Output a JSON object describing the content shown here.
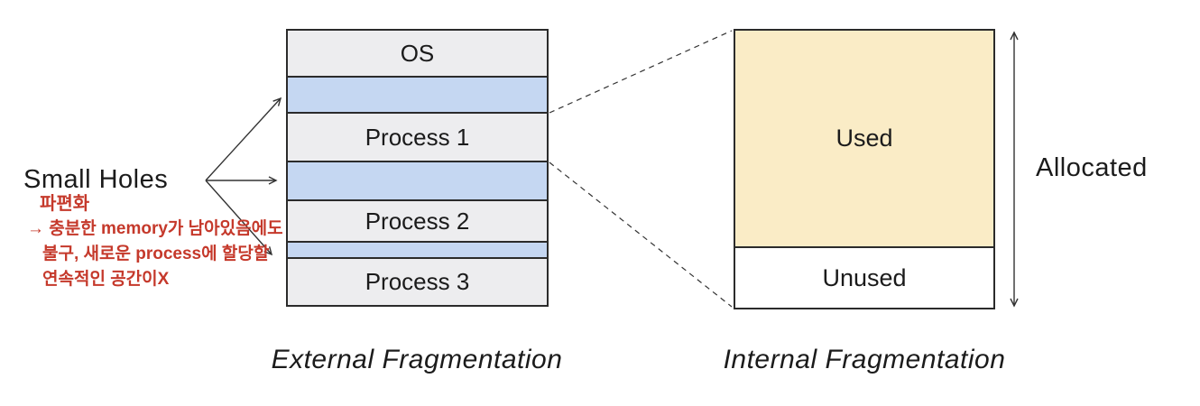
{
  "colors": {
    "line": "#2b2b2b",
    "text": "#1b1b1b",
    "process_fill": "#ededef",
    "hole_fill": "#c5d7f2",
    "used_fill": "#faecc6",
    "note_red": "#c5392b"
  },
  "left_annotation": {
    "label": "Small Holes",
    "notes": [
      "파편화",
      "→ 충분한 memory가 남아있음에도",
      "불구, 새로운 process에 할당할",
      "연속적인 공간이X"
    ]
  },
  "memory_stack": {
    "caption": "External Fragmentation",
    "segments": [
      {
        "label": "OS",
        "kind": "os"
      },
      {
        "label": "",
        "kind": "hole"
      },
      {
        "label": "Process 1",
        "kind": "process"
      },
      {
        "label": "",
        "kind": "hole"
      },
      {
        "label": "Process 2",
        "kind": "process"
      },
      {
        "label": "",
        "kind": "hole"
      },
      {
        "label": "Process 3",
        "kind": "process"
      }
    ]
  },
  "allocated_block": {
    "caption": "Internal Fragmentation",
    "used_label": "Used",
    "unused_label": "Unused",
    "arrow_label": "Allocated"
  }
}
